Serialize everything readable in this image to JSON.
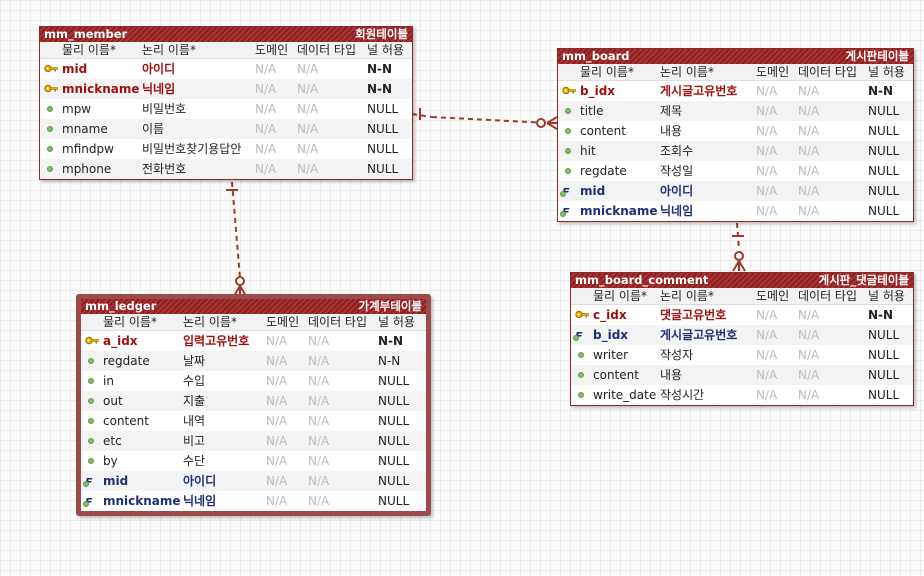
{
  "column_headers": {
    "physical": "물리 이름*",
    "logical": "논리 이름*",
    "domain": "도메인",
    "datatype": "데이터 타입",
    "nullable": "널 허용"
  },
  "colors": {
    "header": "#8c1f1f",
    "pk_text": "#9e1010",
    "fk_text": "#1e2f78",
    "relation": "#9c3a2a"
  },
  "tables": {
    "mm_member": {
      "name": "mm_member",
      "label": "회원테이블",
      "rows": [
        {
          "icon": "key",
          "kind": "pk",
          "physical": "mid",
          "logical": "아이디",
          "domain": "N/A",
          "datatype": "N/A",
          "null": "N-N"
        },
        {
          "icon": "key",
          "kind": "pk",
          "physical": "mnickname",
          "logical": "닉네임",
          "domain": "N/A",
          "datatype": "N/A",
          "null": "N-N"
        },
        {
          "icon": "dot",
          "kind": "col",
          "physical": "mpw",
          "logical": "비밀번호",
          "domain": "N/A",
          "datatype": "N/A",
          "null": "NULL"
        },
        {
          "icon": "dot",
          "kind": "col",
          "physical": "mname",
          "logical": "이름",
          "domain": "N/A",
          "datatype": "N/A",
          "null": "NULL"
        },
        {
          "icon": "dot",
          "kind": "col",
          "physical": "mfindpw",
          "logical": "비밀번호찾기용답안",
          "domain": "N/A",
          "datatype": "N/A",
          "null": "NULL"
        },
        {
          "icon": "dot",
          "kind": "col",
          "physical": "mphone",
          "logical": "전화번호",
          "domain": "N/A",
          "datatype": "N/A",
          "null": "NULL"
        }
      ]
    },
    "mm_board": {
      "name": "mm_board",
      "label": "게시판테이블",
      "rows": [
        {
          "icon": "key",
          "kind": "pk",
          "physical": "b_idx",
          "logical": "게시글고유번호",
          "domain": "N/A",
          "datatype": "N/A",
          "null": "N-N"
        },
        {
          "icon": "dot",
          "kind": "col",
          "physical": "title",
          "logical": "제목",
          "domain": "N/A",
          "datatype": "N/A",
          "null": "NULL"
        },
        {
          "icon": "dot",
          "kind": "col",
          "physical": "content",
          "logical": "내용",
          "domain": "N/A",
          "datatype": "N/A",
          "null": "NULL"
        },
        {
          "icon": "dot",
          "kind": "col",
          "physical": "hit",
          "logical": "조회수",
          "domain": "N/A",
          "datatype": "N/A",
          "null": "NULL"
        },
        {
          "icon": "dot",
          "kind": "col",
          "physical": "regdate",
          "logical": "작성일",
          "domain": "N/A",
          "datatype": "N/A",
          "null": "NULL"
        },
        {
          "icon": "fk",
          "kind": "fk",
          "physical": "mid",
          "logical": "아이디",
          "domain": "N/A",
          "datatype": "N/A",
          "null": "NULL"
        },
        {
          "icon": "fk",
          "kind": "fk",
          "physical": "mnickname",
          "logical": "닉네임",
          "domain": "N/A",
          "datatype": "N/A",
          "null": "NULL"
        }
      ]
    },
    "mm_board_comment": {
      "name": "mm_board_comment",
      "label": "게시판_댓글테이블",
      "rows": [
        {
          "icon": "key",
          "kind": "pk",
          "physical": "c_idx",
          "logical": "댓글고유번호",
          "domain": "N/A",
          "datatype": "N/A",
          "null": "N-N"
        },
        {
          "icon": "fk",
          "kind": "fk",
          "physical": "b_idx",
          "logical": "게시글고유번호",
          "domain": "N/A",
          "datatype": "N/A",
          "null": "NULL"
        },
        {
          "icon": "dot",
          "kind": "col",
          "physical": "writer",
          "logical": "작성자",
          "domain": "N/A",
          "datatype": "N/A",
          "null": "NULL"
        },
        {
          "icon": "dot",
          "kind": "col",
          "physical": "content",
          "logical": "내용",
          "domain": "N/A",
          "datatype": "N/A",
          "null": "NULL"
        },
        {
          "icon": "dot",
          "kind": "col",
          "physical": "write_date",
          "logical": "작성시간",
          "domain": "N/A",
          "datatype": "N/A",
          "null": "NULL"
        }
      ]
    },
    "mm_ledger": {
      "name": "mm_ledger",
      "label": "가계부테이블",
      "rows": [
        {
          "icon": "key",
          "kind": "pk",
          "physical": "a_idx",
          "logical": "입력고유번호",
          "domain": "N/A",
          "datatype": "N/A",
          "null": "N-N"
        },
        {
          "icon": "dot",
          "kind": "col",
          "physical": "regdate",
          "logical": "날짜",
          "domain": "N/A",
          "datatype": "N/A",
          "null": "N-N"
        },
        {
          "icon": "dot",
          "kind": "col",
          "physical": "in",
          "logical": "수입",
          "domain": "N/A",
          "datatype": "N/A",
          "null": "NULL"
        },
        {
          "icon": "dot",
          "kind": "col",
          "physical": "out",
          "logical": "지출",
          "domain": "N/A",
          "datatype": "N/A",
          "null": "NULL"
        },
        {
          "icon": "dot",
          "kind": "col",
          "physical": "content",
          "logical": "내역",
          "domain": "N/A",
          "datatype": "N/A",
          "null": "NULL"
        },
        {
          "icon": "dot",
          "kind": "col",
          "physical": "etc",
          "logical": "비고",
          "domain": "N/A",
          "datatype": "N/A",
          "null": "NULL"
        },
        {
          "icon": "dot",
          "kind": "col",
          "physical": "by",
          "logical": "수단",
          "domain": "N/A",
          "datatype": "N/A",
          "null": "NULL"
        },
        {
          "icon": "fk",
          "kind": "fk",
          "physical": "mid",
          "logical": "아이디",
          "domain": "N/A",
          "datatype": "N/A",
          "null": "NULL"
        },
        {
          "icon": "fk",
          "kind": "fk",
          "physical": "mnickname",
          "logical": "닉네임",
          "domain": "N/A",
          "datatype": "N/A",
          "null": "NULL"
        }
      ]
    }
  }
}
